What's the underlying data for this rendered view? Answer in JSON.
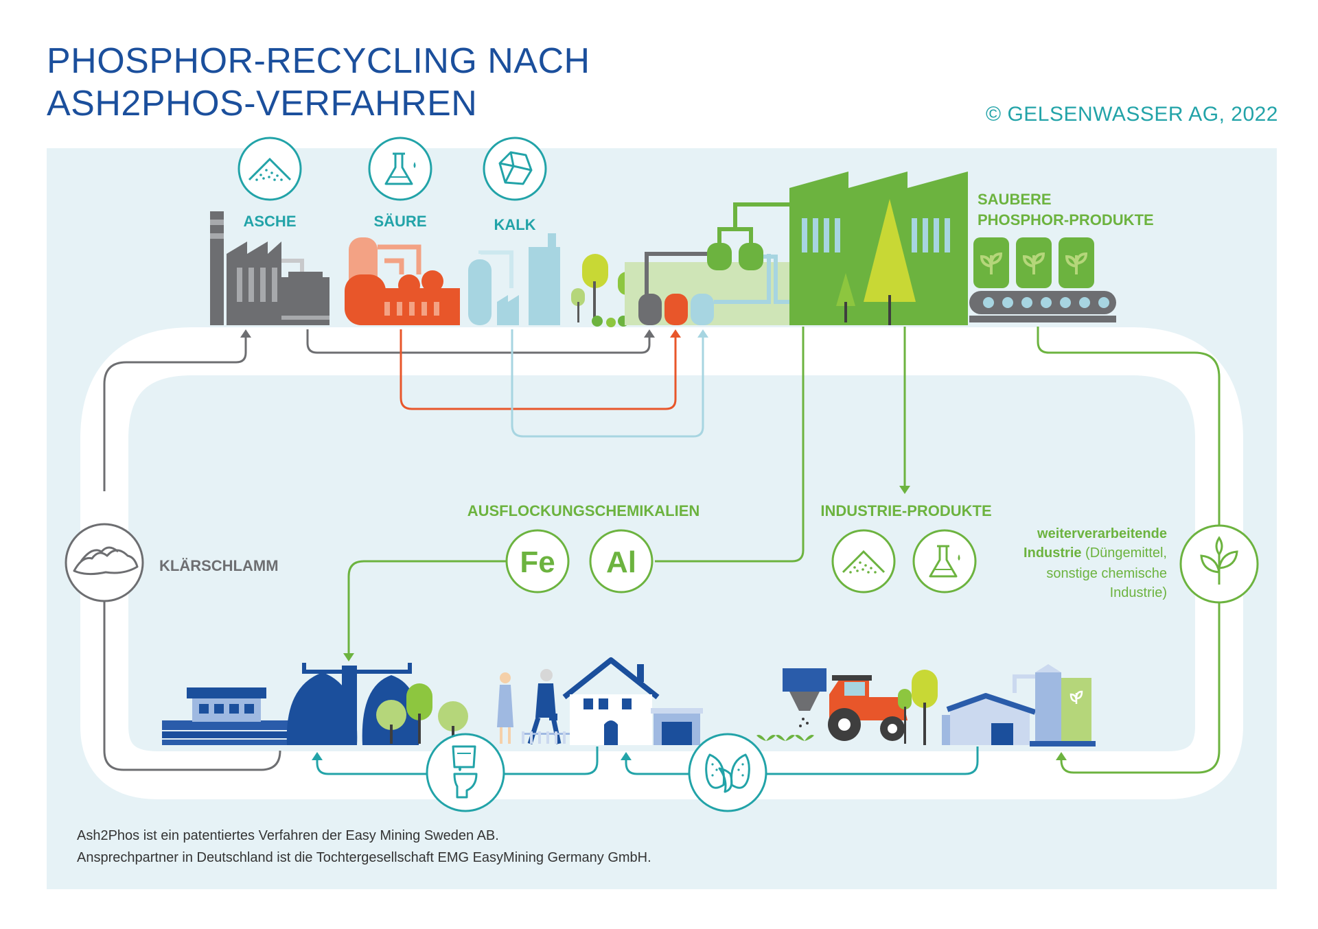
{
  "title": {
    "line1": "PHOSPHOR-RECYCLING NACH",
    "line2": "ASH2PHOS-VERFAHREN"
  },
  "copyright": "© GELSENWASSER AG, 2022",
  "inputs": {
    "asche": "ASCHE",
    "saeure": "SÄURE",
    "kalk": "KALK"
  },
  "products": {
    "heading_line1": "SAUBERE",
    "heading_line2": "PHOSPHOR-PRODUKTE"
  },
  "flocculants": {
    "heading": "AUSFLOCKUNGSCHEMIKALIEN",
    "fe": "Fe",
    "al": "Al"
  },
  "industrial_products": {
    "heading": "INDUSTRIE-PRODUKTE"
  },
  "downstream": {
    "bold_line1": "weiterverarbeitende",
    "bold_line2": "Industrie",
    "rest_line2": " (Düngemittel,",
    "line3": "sonstige chemische",
    "line4": "Industrie)"
  },
  "sludge": {
    "label": "KLÄRSCHLAMM"
  },
  "footnote": {
    "line1": "Ash2Phos ist ein patentiertes Verfahren der Easy Mining Sweden AB.",
    "line2": "Ansprechpartner in Deutschland ist die Tochtergesellschaft EMG EasyMining Germany GmbH."
  },
  "icons": {
    "ash": "ash-pile-icon",
    "acid": "flask-icon",
    "lime": "lime-rock-icon",
    "sludge": "sludge-icon",
    "toilet": "toilet-icon",
    "seeds": "seeds-icon",
    "plant": "sprout-icon"
  },
  "colors": {
    "title_blue": "#1b4f9c",
    "teal": "#22a3a8",
    "green": "#6cb33f",
    "orange": "#e8562a",
    "grey": "#6d6e71",
    "light_blue": "#a7d5e1",
    "background": "#e6f2f6"
  }
}
